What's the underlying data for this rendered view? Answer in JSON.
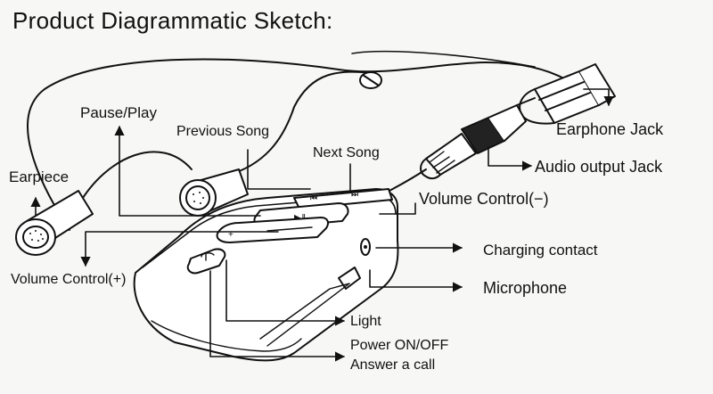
{
  "title": "Product Diagrammatic Sketch:",
  "labels": {
    "pause_play": "Pause/Play",
    "previous_song": "Previous Song",
    "next_song": "Next Song",
    "earpiece": "Earpiece",
    "earphone_jack": "Earphone Jack",
    "audio_output_jack": "Audio output Jack",
    "volume_minus": "Volume Control(−)",
    "charging_contact": "Charging contact",
    "volume_plus": "Volume Control(+)",
    "microphone": "Microphone",
    "light": "Light",
    "power_on_off": "Power ON/OFF",
    "answer_call": "Answer a call"
  },
  "colors": {
    "ink": "#111111",
    "background": "#f7f7f5"
  }
}
